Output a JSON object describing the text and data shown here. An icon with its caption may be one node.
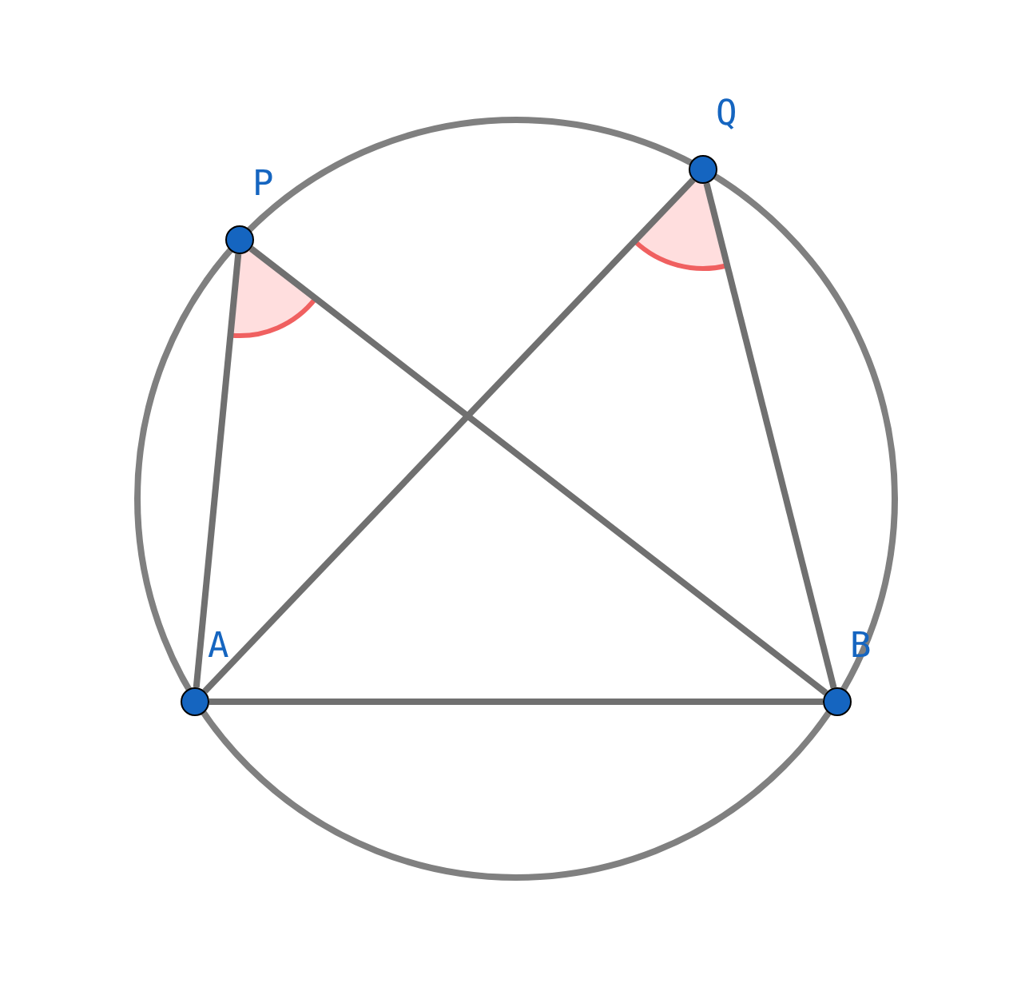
{
  "diagram": {
    "nodes": [
      {
        "text": [
          "P"
        ]
      },
      {
        "text": [
          "Q"
        ]
      },
      {
        "text": [
          "A"
        ]
      },
      {
        "text": [
          "B"
        ]
      }
    ],
    "edges": [
      {
        "from": 0,
        "to": 2,
        "arrow": "none"
      },
      {
        "from": 0,
        "to": 3,
        "arrow": "none"
      },
      {
        "from": 1,
        "to": 2,
        "arrow": "none"
      },
      {
        "from": 1,
        "to": 3,
        "arrow": "none"
      },
      {
        "from": 2,
        "to": 3,
        "arrow": "none"
      }
    ]
  }
}
